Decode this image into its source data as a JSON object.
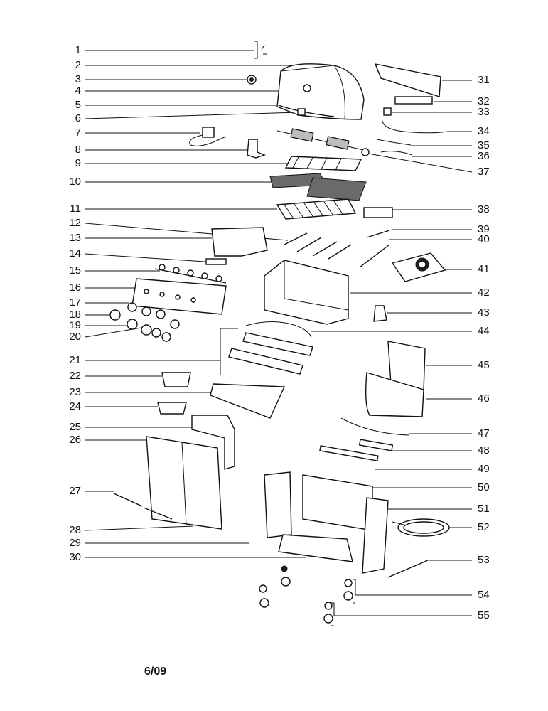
{
  "diagram": {
    "type": "exploded-parts-view",
    "footer_code": "6/09",
    "left_labels": [
      "1",
      "2",
      "3",
      "4",
      "5",
      "6",
      "7",
      "8",
      "9",
      "10",
      "11",
      "12",
      "13",
      "14",
      "15",
      "16",
      "17",
      "18",
      "19",
      "20",
      "21",
      "22",
      "23",
      "24",
      "25",
      "26",
      "27",
      "28",
      "29",
      "30"
    ],
    "right_labels": [
      "31",
      "32",
      "33",
      "34",
      "35",
      "36",
      "37",
      "38",
      "39",
      "40",
      "41",
      "42",
      "43",
      "44",
      "45",
      "46",
      "47",
      "48",
      "49",
      "50",
      "51",
      "52",
      "53",
      "54",
      "55"
    ]
  }
}
